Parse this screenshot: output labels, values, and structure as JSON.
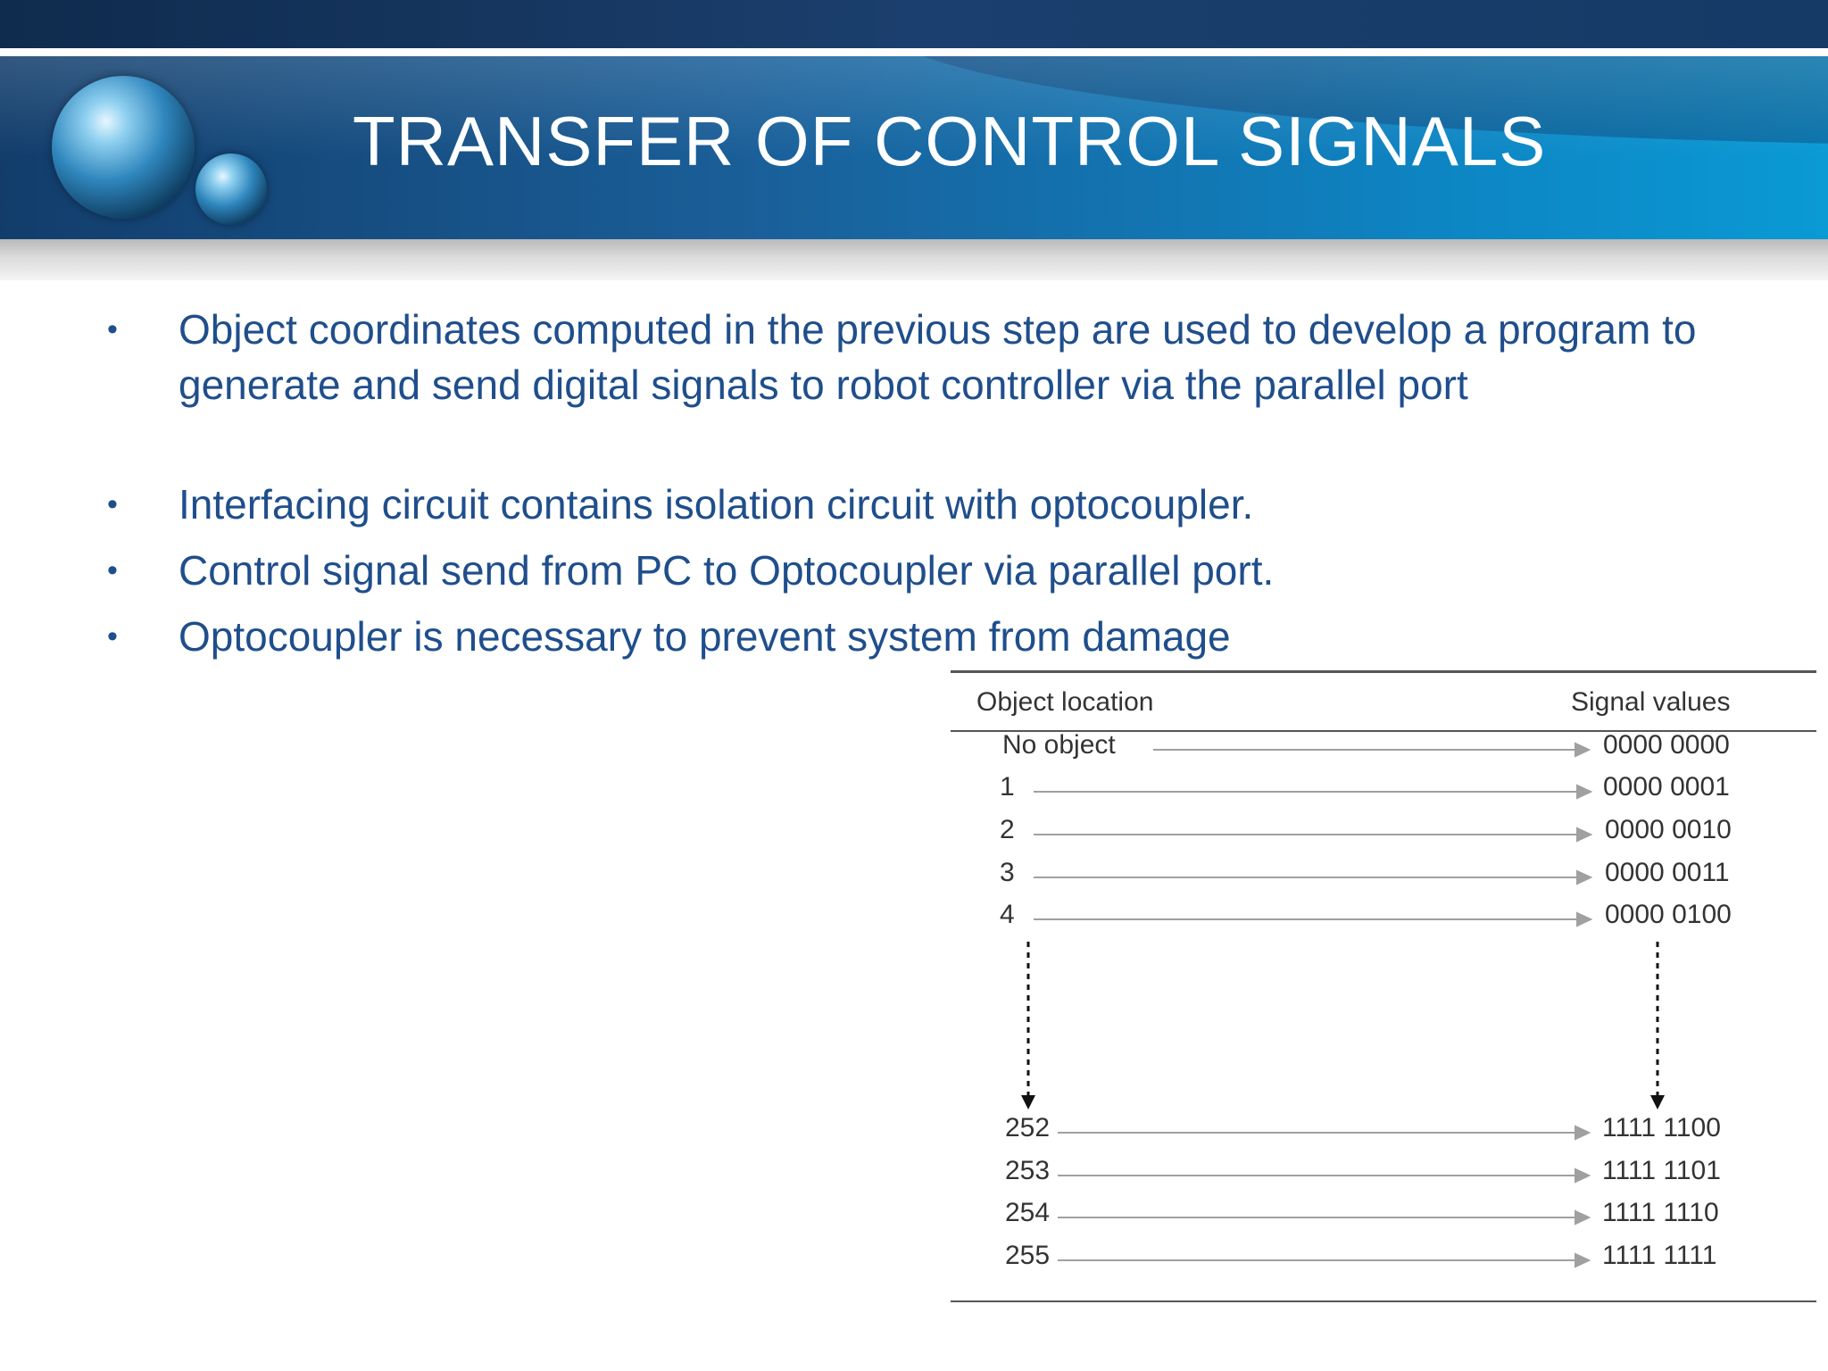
{
  "title": "TRANSFER OF CONTROL SIGNALS",
  "bullets": [
    "Object coordinates computed in the previous step are used to develop a program to generate and send digital signals to robot controller via the parallel port",
    "Interfacing circuit contains isolation circuit with optocoupler.",
    "Control signal send from PC to Optocoupler via parallel port.",
    "Optocoupler is necessary to prevent system from damage"
  ],
  "bullet_symbol": "•",
  "diagram": {
    "headers": {
      "left": "Object location",
      "right": "Signal values"
    },
    "rows": [
      {
        "location": "No object",
        "signal": "0000 0000"
      },
      {
        "location": "1",
        "signal": "0000 0001"
      },
      {
        "location": "2",
        "signal": "0000 0010"
      },
      {
        "location": "3",
        "signal": "0000 0011"
      },
      {
        "location": "4",
        "signal": "0000 0100"
      },
      {
        "location": "252",
        "signal": "1111 1100"
      },
      {
        "location": "253",
        "signal": "1111 1101"
      },
      {
        "location": "254",
        "signal": "1111 1110"
      },
      {
        "location": "255",
        "signal": "1111 1111"
      }
    ]
  },
  "colors": {
    "title_text": "#ffffff",
    "bullet_text": "#1f4e8c",
    "header_band": "#1a5e98"
  },
  "icons": [
    "globe-orb-large",
    "globe-orb-small",
    "arrow-right-icon",
    "dotted-arrow-down-icon"
  ]
}
